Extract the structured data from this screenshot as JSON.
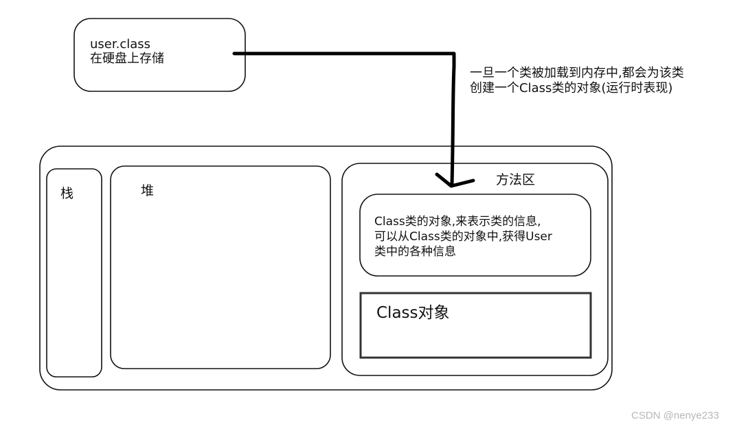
{
  "file_box": {
    "lines": [
      "user.class",
      "在硬盘上存储"
    ]
  },
  "load_note": {
    "lines": [
      "一旦一个类被加载到内存中,都会为该类",
      "创建一个Class类的对象(运行时表现)"
    ]
  },
  "memory": {
    "stack_label": "栈",
    "heap_label": "堆",
    "method_area_label": "方法区",
    "class_info_box": {
      "lines": [
        "Class类的对象,来表示类的信息,",
        "可以从Class类的对象中,获得User",
        "类中的各种信息"
      ]
    },
    "class_object_label": "Class对象"
  },
  "watermark": "CSDN @nenye233"
}
